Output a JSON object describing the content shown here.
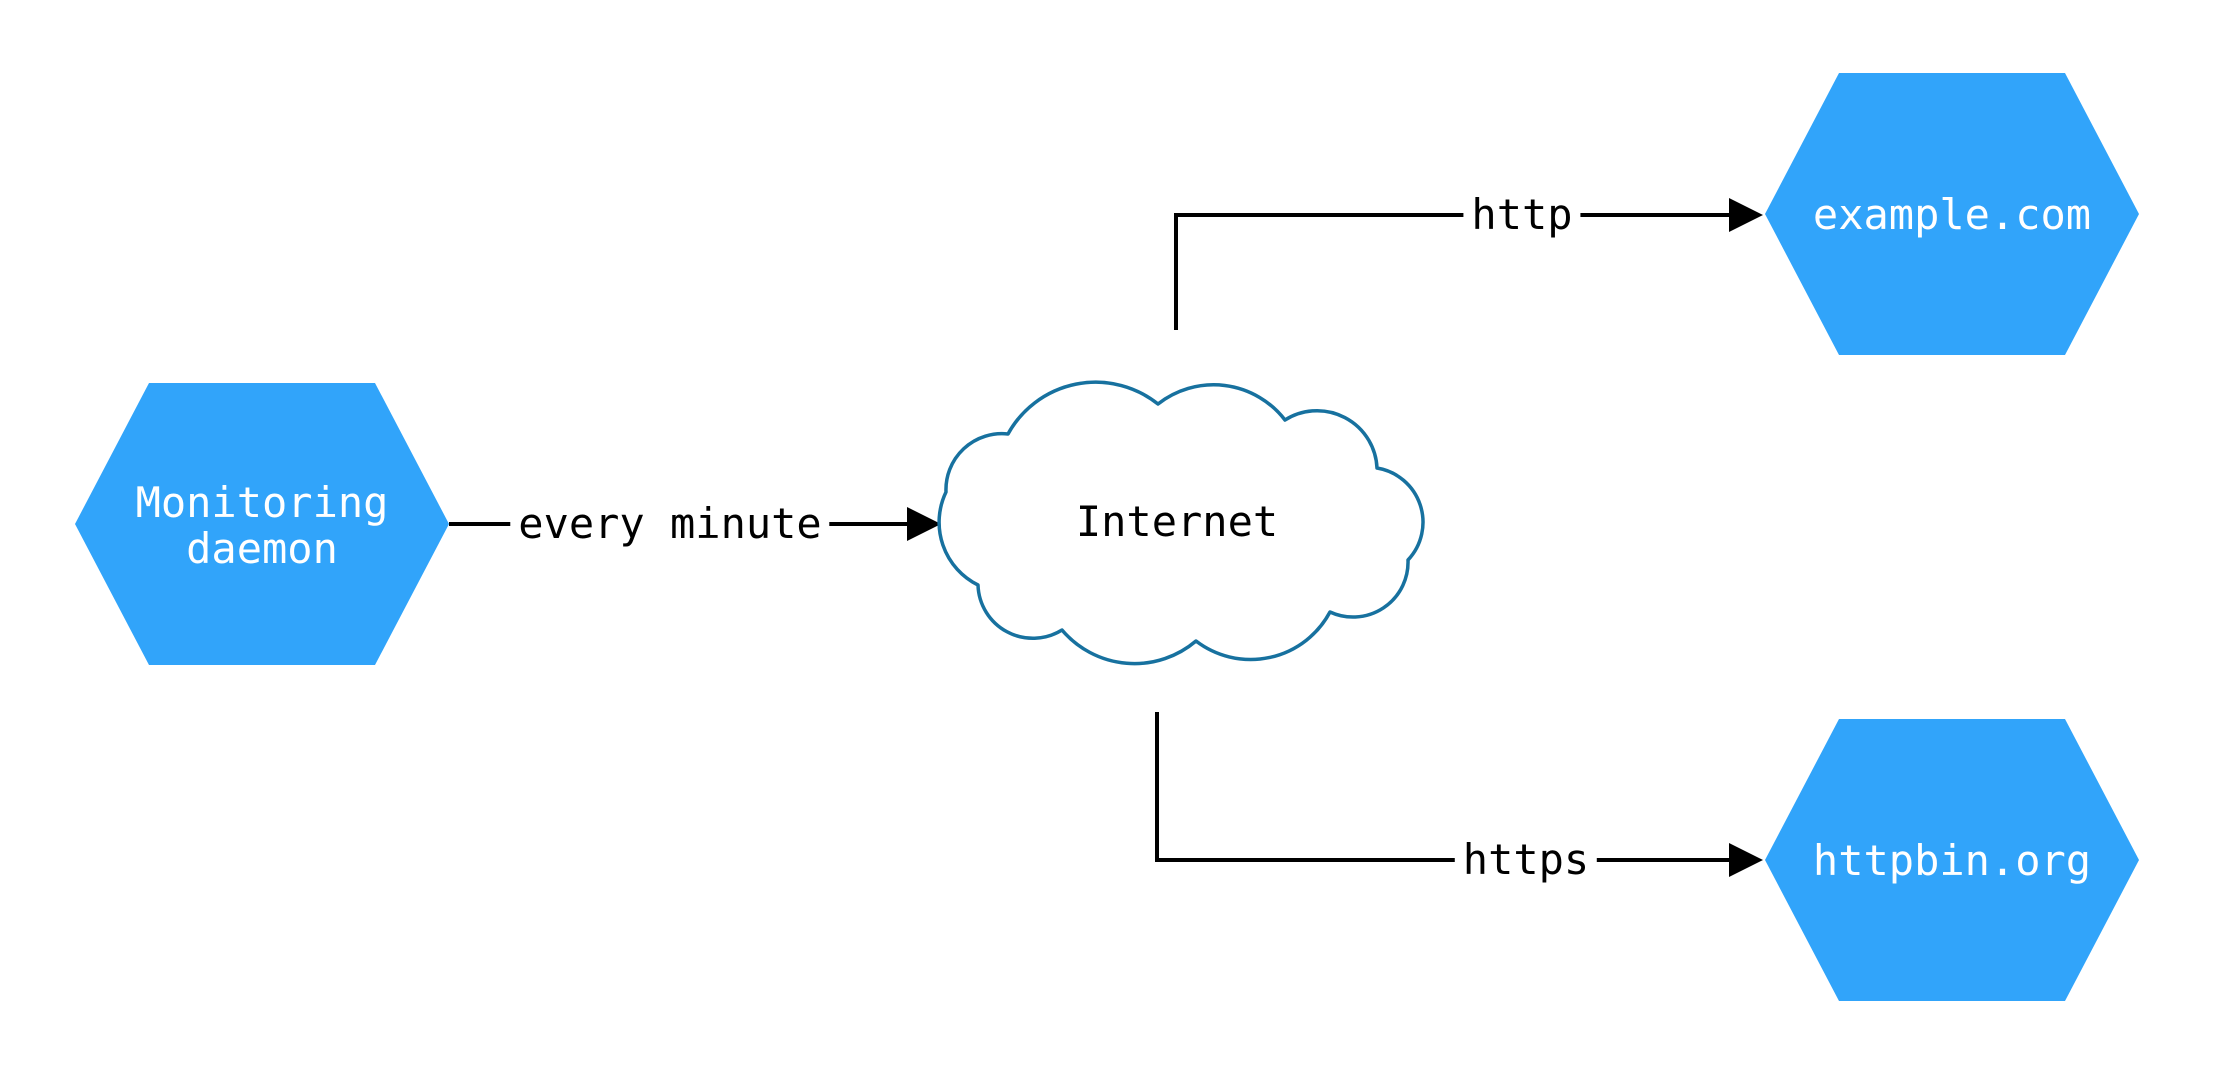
{
  "diagram": {
    "background": "#ffffff",
    "nodes": {
      "monitoring": {
        "label": "Monitoring\ndaemon",
        "shape": "hexagon",
        "fill": "#31A4FA",
        "text_color": "#ffffff"
      },
      "internet": {
        "label": "Internet",
        "shape": "cloud",
        "fill": "#ffffff",
        "stroke": "#17719F",
        "text_color": "#000000"
      },
      "example": {
        "label": "example.com",
        "shape": "hexagon",
        "fill": "#31A4FA",
        "text_color": "#ffffff"
      },
      "httpbin": {
        "label": "httpbin.org",
        "shape": "hexagon",
        "fill": "#31A4FA",
        "text_color": "#ffffff"
      }
    },
    "edges": {
      "poll": {
        "from": "monitoring",
        "to": "internet",
        "label": "every minute"
      },
      "http": {
        "from": "internet",
        "to": "example",
        "label": "http"
      },
      "https": {
        "from": "internet",
        "to": "httpbin",
        "label": "https"
      }
    },
    "colors": {
      "edge_line": "#000000",
      "node_fill": "#31A4FA",
      "cloud_stroke": "#17719F"
    }
  }
}
